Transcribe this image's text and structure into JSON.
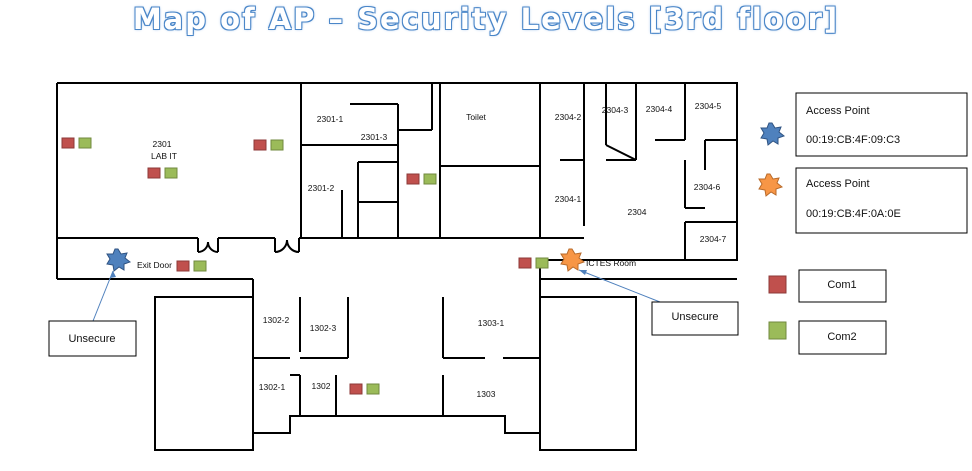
{
  "title": "Map of AP – Security Levels [3rd floor]",
  "colors": {
    "com1": "#c0504d",
    "com2": "#9bbb59",
    "ap_blue": "#4f81bd",
    "ap_orange": "#f79646",
    "arrow": "#4f81bd"
  },
  "rooms": {
    "r2301": "2301",
    "r2301_sub": "LAB IT",
    "r2301_1": "2301-1",
    "r2301_3": "2301-3",
    "r2301_2": "2301-2",
    "toilet": "Toilet",
    "r2304_2": "2304-2",
    "r2304_3": "2304-3",
    "r2304_4": "2304-4",
    "r2304_5": "2304-5",
    "r2304_1": "2304-1",
    "r2304": "2304",
    "r2304_6": "2304-6",
    "r2304_7": "2304-7",
    "exit_door": "Exit Door",
    "ictes_room": "ICTES Room",
    "r1302_2": "1302-2",
    "r1302_3": "1302-3",
    "r1303_1": "1303-1",
    "r1302_1": "1302-1",
    "r1302": "1302",
    "r1303": "1303"
  },
  "callouts": {
    "unsecure_left": "Unsecure",
    "unsecure_right": "Unsecure"
  },
  "legend": {
    "ap1": {
      "title": "Access Point",
      "mac": "00:19:CB:4F:09:C3",
      "icon": "blue-star-icon"
    },
    "ap2": {
      "title": "Access Point",
      "mac": "00:19:CB:4F:0A:0E",
      "icon": "orange-star-icon"
    },
    "com1": "Com1",
    "com2": "Com2"
  }
}
